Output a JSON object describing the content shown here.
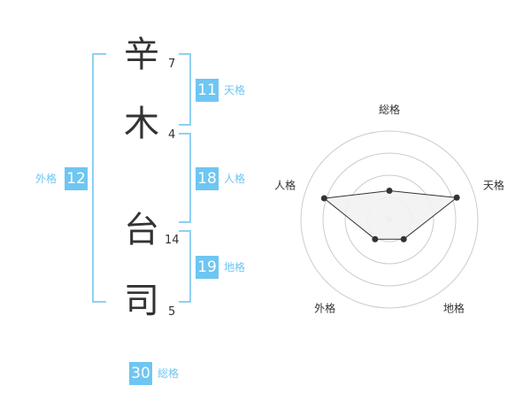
{
  "name_chars": [
    {
      "char": "辛",
      "strokes": "7"
    },
    {
      "char": "木",
      "strokes": "4"
    },
    {
      "char": "台",
      "strokes": "14"
    },
    {
      "char": "司",
      "strokes": "5"
    }
  ],
  "kakusu": {
    "tenkaku": {
      "value": "11",
      "label": "天格"
    },
    "jinkaku": {
      "value": "18",
      "label": "人格"
    },
    "chikaku": {
      "value": "19",
      "label": "地格"
    },
    "gaikaku": {
      "value": "12",
      "label": "外格"
    },
    "soukaku": {
      "value": "30",
      "label": "総格"
    }
  },
  "radar": {
    "axes": [
      "総格",
      "天格",
      "地格",
      "外格",
      "人格"
    ],
    "levels": [
      1,
      2,
      3,
      4
    ],
    "values": [
      1.3,
      3.2,
      1.1,
      1.1,
      3.1
    ],
    "max": 4
  },
  "colors": {
    "accent": "#6ec6f2",
    "bracket": "#8fd0f2",
    "radar_line": "#333333",
    "radar_fill": "#f2f2f2",
    "ring": "#cccccc"
  }
}
